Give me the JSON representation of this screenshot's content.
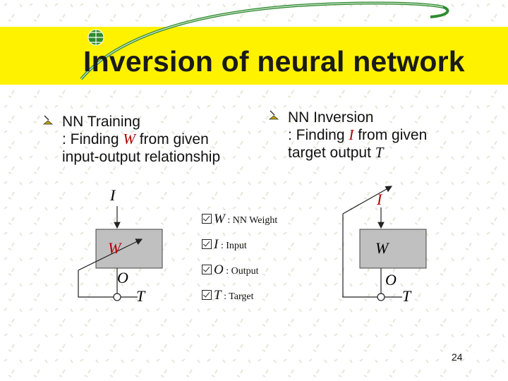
{
  "slide": {
    "title": "Inversion of neural network",
    "page_number": "24"
  },
  "left_bullet": {
    "line1": "NN Training",
    "line2_pre": ": Finding ",
    "line2_var": "W",
    "line2_post": " from given",
    "line3": "input-output relationship"
  },
  "right_bullet": {
    "line1": "NN Inversion",
    "line2_pre": ": Finding ",
    "line2_var": "I",
    "line2_post": " from given",
    "line3_pre": "target output ",
    "line3_var": "T"
  },
  "legend": [
    {
      "symbol": "W",
      "text": " : NN Weight"
    },
    {
      "symbol": "I",
      "text": " : Input"
    },
    {
      "symbol": "O",
      "text": " : Output"
    },
    {
      "symbol": "T",
      "text": " : Target"
    }
  ],
  "left_diagram": {
    "input": "I",
    "weight": "W",
    "output": "O",
    "target": "T"
  },
  "right_diagram": {
    "input": "I",
    "weight": "W",
    "output": "O",
    "target": "T"
  },
  "colors": {
    "band": "#fff200",
    "box": "#c0c0c0",
    "highlight_red": "#b00000",
    "swoosh": "#2e8b2e"
  }
}
